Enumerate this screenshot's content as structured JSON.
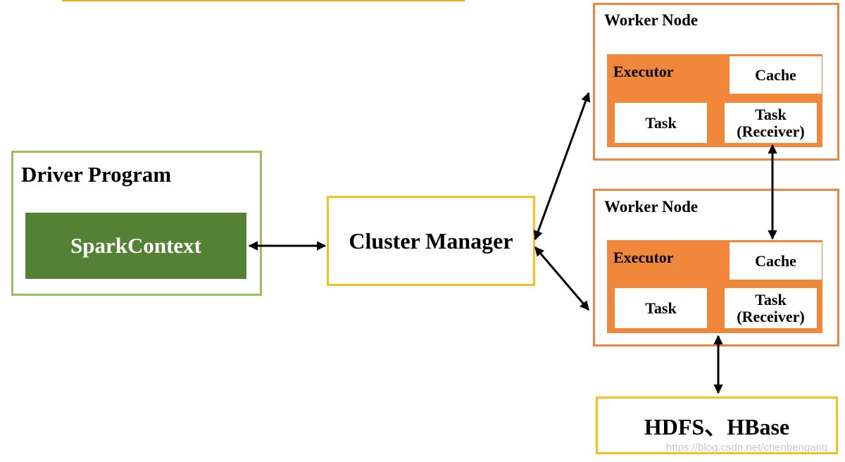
{
  "driver": {
    "title": "Driver Program",
    "context_label": "SparkContext"
  },
  "cluster_manager": {
    "label": "Cluster Manager"
  },
  "workers": [
    {
      "title": "Worker Node",
      "executor_label": "Executor",
      "cache_label": "Cache",
      "task_label": "Task",
      "receiver_task_label": "Task\n(Receiver)"
    },
    {
      "title": "Worker Node",
      "executor_label": "Executor",
      "cache_label": "Cache",
      "task_label": "Task",
      "receiver_task_label": "Task\n(Receiver)"
    }
  ],
  "storage": {
    "label": "HDFS、HBase"
  },
  "watermark": "https://blog.csdn.net/chenbengang",
  "colors": {
    "driver_border": "#9bc05a",
    "spark_context_fill": "#548235",
    "cluster_border": "#f6bf1b",
    "worker_border": "#ed8440",
    "executor_fill": "#f0873a",
    "storage_border": "#f6bf1b"
  }
}
